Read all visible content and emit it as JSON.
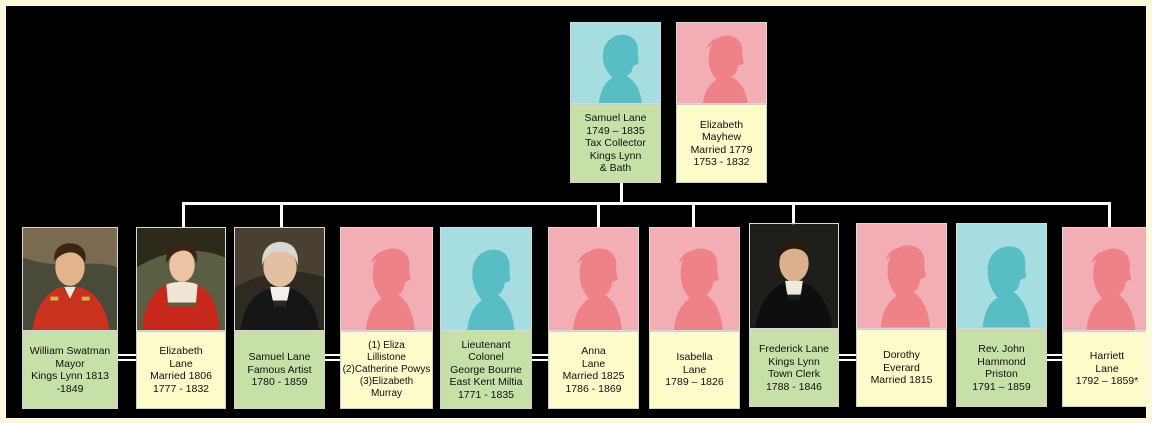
{
  "colors": {
    "male_photo_bg": "#a6dde0",
    "male_silhouette": "#58bdc4",
    "female_photo_bg": "#f3aeb5",
    "female_silhouette": "#ef8189",
    "label_green": "#c6e0a8",
    "label_yellow": "#fdfbc9",
    "background": "#000000",
    "connector": "#ffffff"
  },
  "parents": [
    {
      "id": "samuel-lane-senior",
      "photo": "male-silhouette-icon",
      "label_style": "green",
      "lines": [
        "Samuel Lane",
        "1749 – 1835",
        "Tax Collector",
        "Kings Lynn",
        "& Bath"
      ]
    },
    {
      "id": "elizabeth-mayhew",
      "photo": "female-silhouette-icon",
      "label_style": "yellow",
      "lines": [
        "Elizabeth",
        "Mayhew",
        "Married  1779",
        "1753 - 1832"
      ]
    }
  ],
  "children": [
    {
      "id": "william-swatman",
      "photo": "portrait-man-red-coat",
      "label_style": "green",
      "lines": [
        "William Swatman",
        "Mayor",
        "Kings Lynn 1813",
        "-1849"
      ]
    },
    {
      "id": "elizabeth-lane",
      "photo": "portrait-woman-red-shawl",
      "label_style": "yellow",
      "lines": [
        "Elizabeth",
        "Lane",
        "Married  1806",
        "1777 - 1832"
      ]
    },
    {
      "id": "samuel-lane-artist",
      "photo": "portrait-elderly-man",
      "label_style": "green",
      "lines": [
        "Samuel Lane",
        "Famous Artist",
        "1780 - 1859"
      ]
    },
    {
      "id": "eliza-lillistone",
      "photo": "female-silhouette-icon",
      "label_style": "yellow",
      "lines": [
        "(1) Eliza",
        "Lillistone",
        "(2)Catherine  Powys",
        "(3)Elizabeth",
        "Murray"
      ]
    },
    {
      "id": "george-bourne",
      "photo": "male-silhouette-icon",
      "label_style": "green",
      "lines": [
        "Lieutenant",
        "Colonel",
        "George  Bourne",
        "East Kent Miltia",
        "1771 - 1835"
      ]
    },
    {
      "id": "anna-lane",
      "photo": "female-silhouette-icon",
      "label_style": "yellow",
      "lines": [
        "Anna",
        "Lane",
        "Married  1825",
        "1786 - 1869"
      ]
    },
    {
      "id": "isabella-lane",
      "photo": "female-silhouette-icon",
      "label_style": "yellow",
      "lines": [
        "Isabella",
        "Lane",
        "1789 – 1826"
      ]
    },
    {
      "id": "frederick-lane",
      "photo": "portrait-man-dark-coat",
      "label_style": "green",
      "lines": [
        "Frederick Lane",
        "Kings Lynn",
        "Town  Clerk",
        "1788 - 1846"
      ]
    },
    {
      "id": "dorothy-everard",
      "photo": "female-silhouette-icon",
      "label_style": "yellow",
      "lines": [
        "Dorothy",
        "Everard",
        "Married  1815"
      ]
    },
    {
      "id": "john-priston",
      "photo": "male-silhouette-icon",
      "label_style": "green",
      "lines": [
        "Rev.  John",
        "Hammond",
        "Priston",
        "1791 – 1859"
      ]
    },
    {
      "id": "harriett-lane",
      "photo": "female-silhouette-icon",
      "label_style": "yellow",
      "lines": [
        "Harriett",
        "Lane",
        "1792 – 1859*"
      ]
    }
  ]
}
